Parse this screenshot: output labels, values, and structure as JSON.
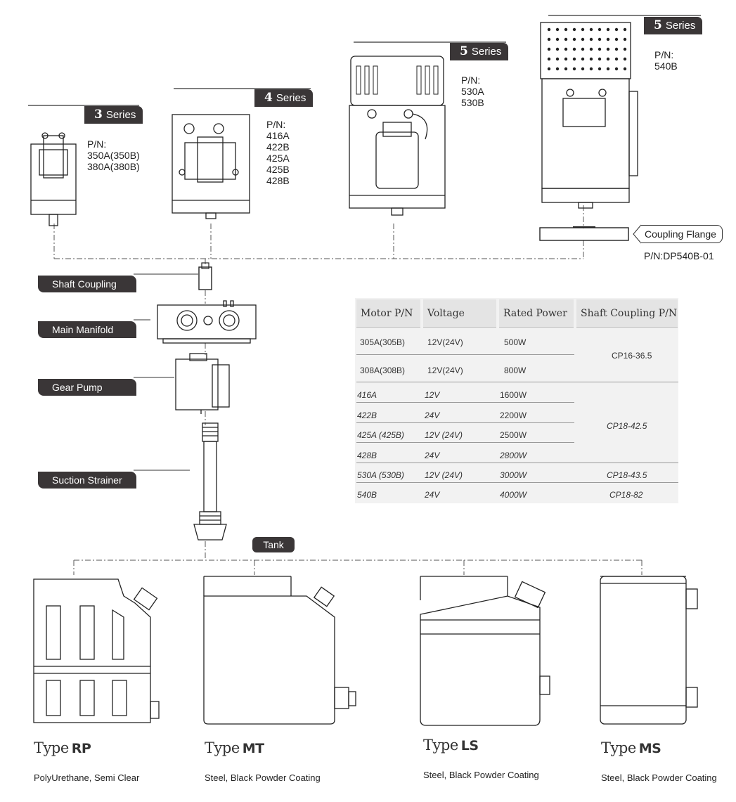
{
  "motors": [
    {
      "series_num": "3",
      "series_word": "Series",
      "pn_label": "P/N:",
      "pns": [
        "350A(350B)",
        "380A(380B)"
      ]
    },
    {
      "series_num": "4",
      "series_word": "Series",
      "pn_label": "P/N:",
      "pns": [
        "416A",
        "422B",
        "425A",
        "425B",
        "428B"
      ]
    },
    {
      "series_num": "5",
      "series_word": "Series",
      "pn_label": "P/N:",
      "pns": [
        "530A",
        "530B"
      ]
    },
    {
      "series_num": "5",
      "series_word": "Series",
      "pn_label": "P/N:",
      "pns": [
        "540B"
      ]
    }
  ],
  "coupling_flange": {
    "label": "Coupling Flange",
    "pn": "P/N:DP540B-01"
  },
  "components": {
    "shaft_coupling": "Shaft Coupling",
    "main_manifold": "Main Manifold",
    "gear_pump": "Gear Pump",
    "suction_strainer": "Suction Strainer",
    "tank": "Tank"
  },
  "table": {
    "headers": [
      "Motor P/N",
      "Voltage",
      "Rated Power",
      "Shaft Coupling P/N"
    ],
    "rows": [
      {
        "motor": "305A(305B)",
        "voltage": "12V(24V)",
        "power": "500W"
      },
      {
        "motor": "308A(308B)",
        "voltage": "12V(24V)",
        "power": "800W"
      },
      {
        "motor": "416A",
        "voltage": "12V",
        "power": "1600W"
      },
      {
        "motor": "422B",
        "voltage": "24V",
        "power": "2200W"
      },
      {
        "motor": "425A (425B)",
        "voltage": "12V (24V)",
        "power": "2500W"
      },
      {
        "motor": "428B",
        "voltage": "24V",
        "power": "2800W"
      },
      {
        "motor": "530A (530B)",
        "voltage": "12V (24V)",
        "power": "3000W"
      },
      {
        "motor": "540B",
        "voltage": "24V",
        "power": "4000W"
      }
    ],
    "couplings": [
      "CP16-36.5",
      "CP18-42.5",
      "CP18-43.5",
      "CP18-82"
    ]
  },
  "tanks": [
    {
      "type_word": "Type",
      "code": "RP",
      "desc": "PolyUrethane, Semi Clear"
    },
    {
      "type_word": "Type",
      "code": "MT",
      "desc": "Steel, Black Powder Coating"
    },
    {
      "type_word": "Type",
      "code": "LS",
      "desc": "Steel, Black Powder Coating"
    },
    {
      "type_word": "Type",
      "code": "MS",
      "desc": "Steel, Black Powder Coating"
    }
  ]
}
